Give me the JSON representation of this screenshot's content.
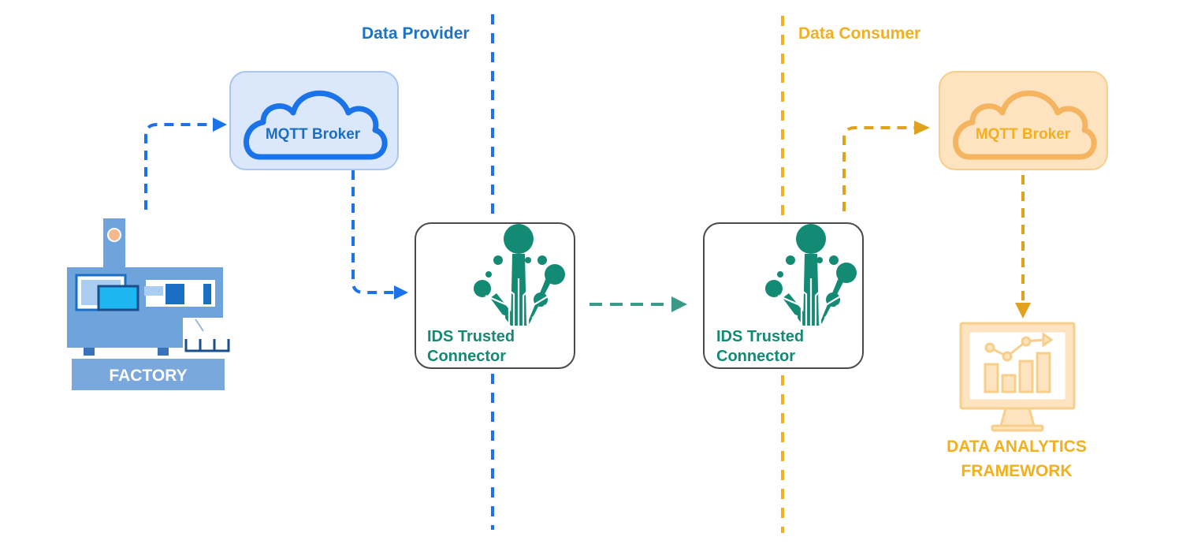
{
  "zones": {
    "provider_label": "Data Provider",
    "consumer_label": "Data Consumer"
  },
  "nodes": {
    "provider_broker": "MQTT Broker",
    "consumer_broker": "MQTT Broker",
    "connector_provider": [
      "IDS Trusted",
      "Connector"
    ],
    "connector_consumer": [
      "IDS Trusted",
      "Connector"
    ],
    "factory": "FACTORY",
    "analytics": [
      "DATA ANALYTICS",
      "FRAMEWORK"
    ]
  },
  "colors": {
    "provider_blue": "#1a73e8",
    "provider_fill": "#dbe8fb",
    "consumer_gold": "#f2b01e",
    "consumer_fill": "#fde3c0",
    "connector_green": "#138a73",
    "factory_blue": "#7aa7dc"
  },
  "icons": {
    "broker": "cloud-icon",
    "connector": "tree-circuit-icon",
    "factory": "factory-machine-icon",
    "analytics": "monitor-chart-icon"
  }
}
